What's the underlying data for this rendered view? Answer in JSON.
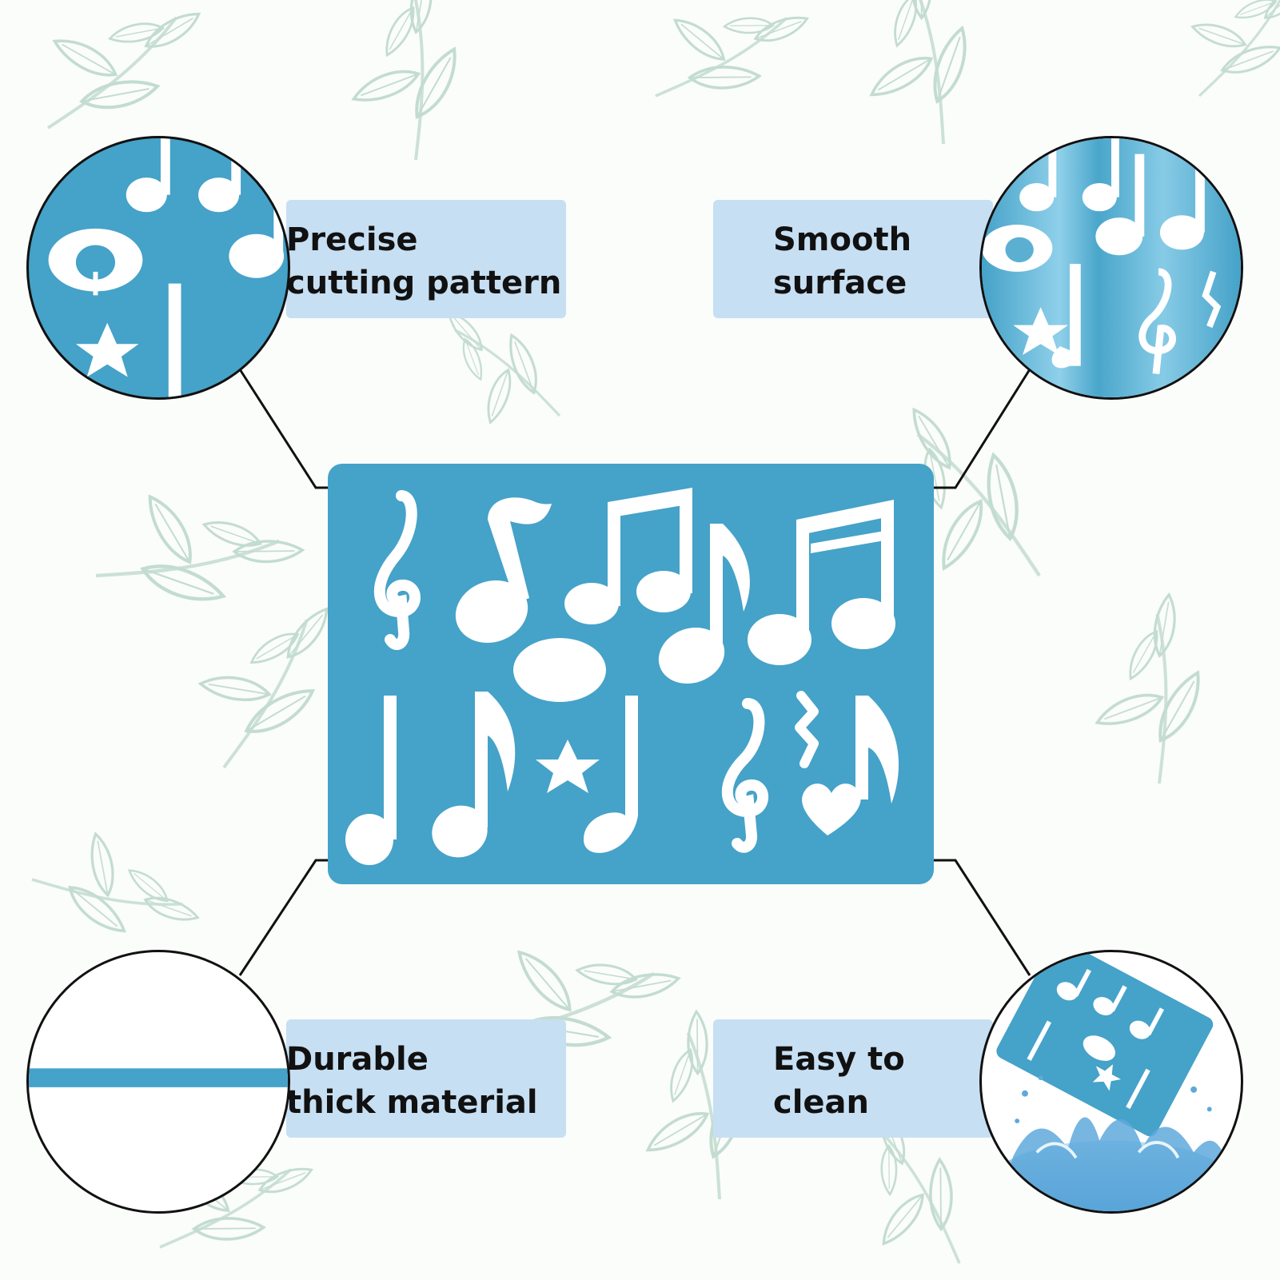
{
  "features": [
    {
      "line1": "Precise",
      "line2": "cutting pattern"
    },
    {
      "line1": "Smooth",
      "line2": "surface"
    },
    {
      "line1": "Durable",
      "line2": "thick material"
    },
    {
      "line1": "Easy to",
      "line2": "clean"
    }
  ],
  "colors": {
    "stencil": "#45a2c8",
    "label": "#c7dff3",
    "line": "#111111",
    "leaf": "#bcd8cb"
  },
  "icons": [
    "music-note-icon",
    "treble-clef-icon",
    "star-icon",
    "heart-icon",
    "water-splash-icon"
  ]
}
